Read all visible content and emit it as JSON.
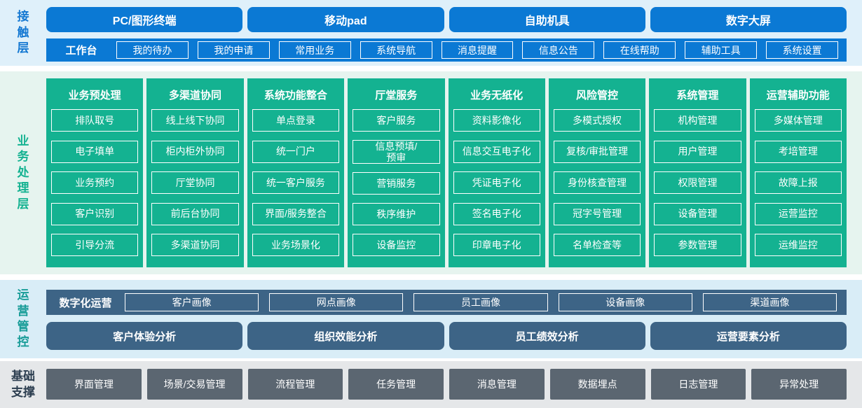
{
  "layers": {
    "contact": {
      "label": "接触层",
      "channels": [
        "PC/图形终端",
        "移动pad",
        "自助机具",
        "数字大屏"
      ],
      "workbench": {
        "label": "工作台",
        "items": [
          "我的待办",
          "我的申请",
          "常用业务",
          "系统导航",
          "消息提醒",
          "信息公告",
          "在线帮助",
          "辅助工具",
          "系统设置"
        ]
      }
    },
    "business": {
      "label": "业务处理层",
      "columns": [
        {
          "title": "业务预处理",
          "items": [
            "排队取号",
            "电子填单",
            "业务预约",
            "客户识别",
            "引导分流"
          ]
        },
        {
          "title": "多渠道协同",
          "items": [
            "线上线下协同",
            "柜内柜外协同",
            "厅堂协同",
            "前后台协同",
            "多渠道协同"
          ]
        },
        {
          "title": "系统功能整合",
          "items": [
            "单点登录",
            "统一门户",
            "统一客户服务",
            "界面/服务整合",
            "业务场景化"
          ]
        },
        {
          "title": "厅堂服务",
          "items": [
            "客户服务",
            "信息预填/\n预审",
            "营销服务",
            "秩序维护",
            "设备监控"
          ]
        },
        {
          "title": "业务无纸化",
          "items": [
            "资料影像化",
            "信息交互电子化",
            "凭证电子化",
            "签名电子化",
            "印章电子化"
          ]
        },
        {
          "title": "风险管控",
          "items": [
            "多模式授权",
            "复核/审批管理",
            "身份核查管理",
            "冠字号管理",
            "名单检查等"
          ]
        },
        {
          "title": "系统管理",
          "items": [
            "机构管理",
            "用户管理",
            "权限管理",
            "设备管理",
            "参数管理"
          ]
        },
        {
          "title": "运营辅助功能",
          "items": [
            "多媒体管理",
            "考培管理",
            "故障上报",
            "运营监控",
            "运维监控"
          ]
        }
      ]
    },
    "operations": {
      "label": "运营管控",
      "digital_ops": {
        "label": "数字化运营",
        "items": [
          "客户画像",
          "网点画像",
          "员工画像",
          "设备画像",
          "渠道画像"
        ]
      },
      "analysis": [
        "客户体验分析",
        "组织效能分析",
        "员工绩效分析",
        "运营要素分析"
      ]
    },
    "foundation": {
      "label": "基础支撑",
      "items": [
        "界面管理",
        "场景/交易管理",
        "流程管理",
        "任务管理",
        "消息管理",
        "数据埋点",
        "日志管理",
        "异常处理"
      ]
    }
  },
  "colors": {
    "blue": "#0b79d4",
    "green": "#14b291",
    "slate": "#3d6486",
    "gray": "#5b6671",
    "band_blue": "#dff0fa",
    "band_green": "#e6f4ef",
    "band_ops": "#d9edf7",
    "band_base": "#e5e7e9",
    "label_contact": "#1478d2",
    "label_ops": "#189c98",
    "label_base": "#2c3e50"
  }
}
